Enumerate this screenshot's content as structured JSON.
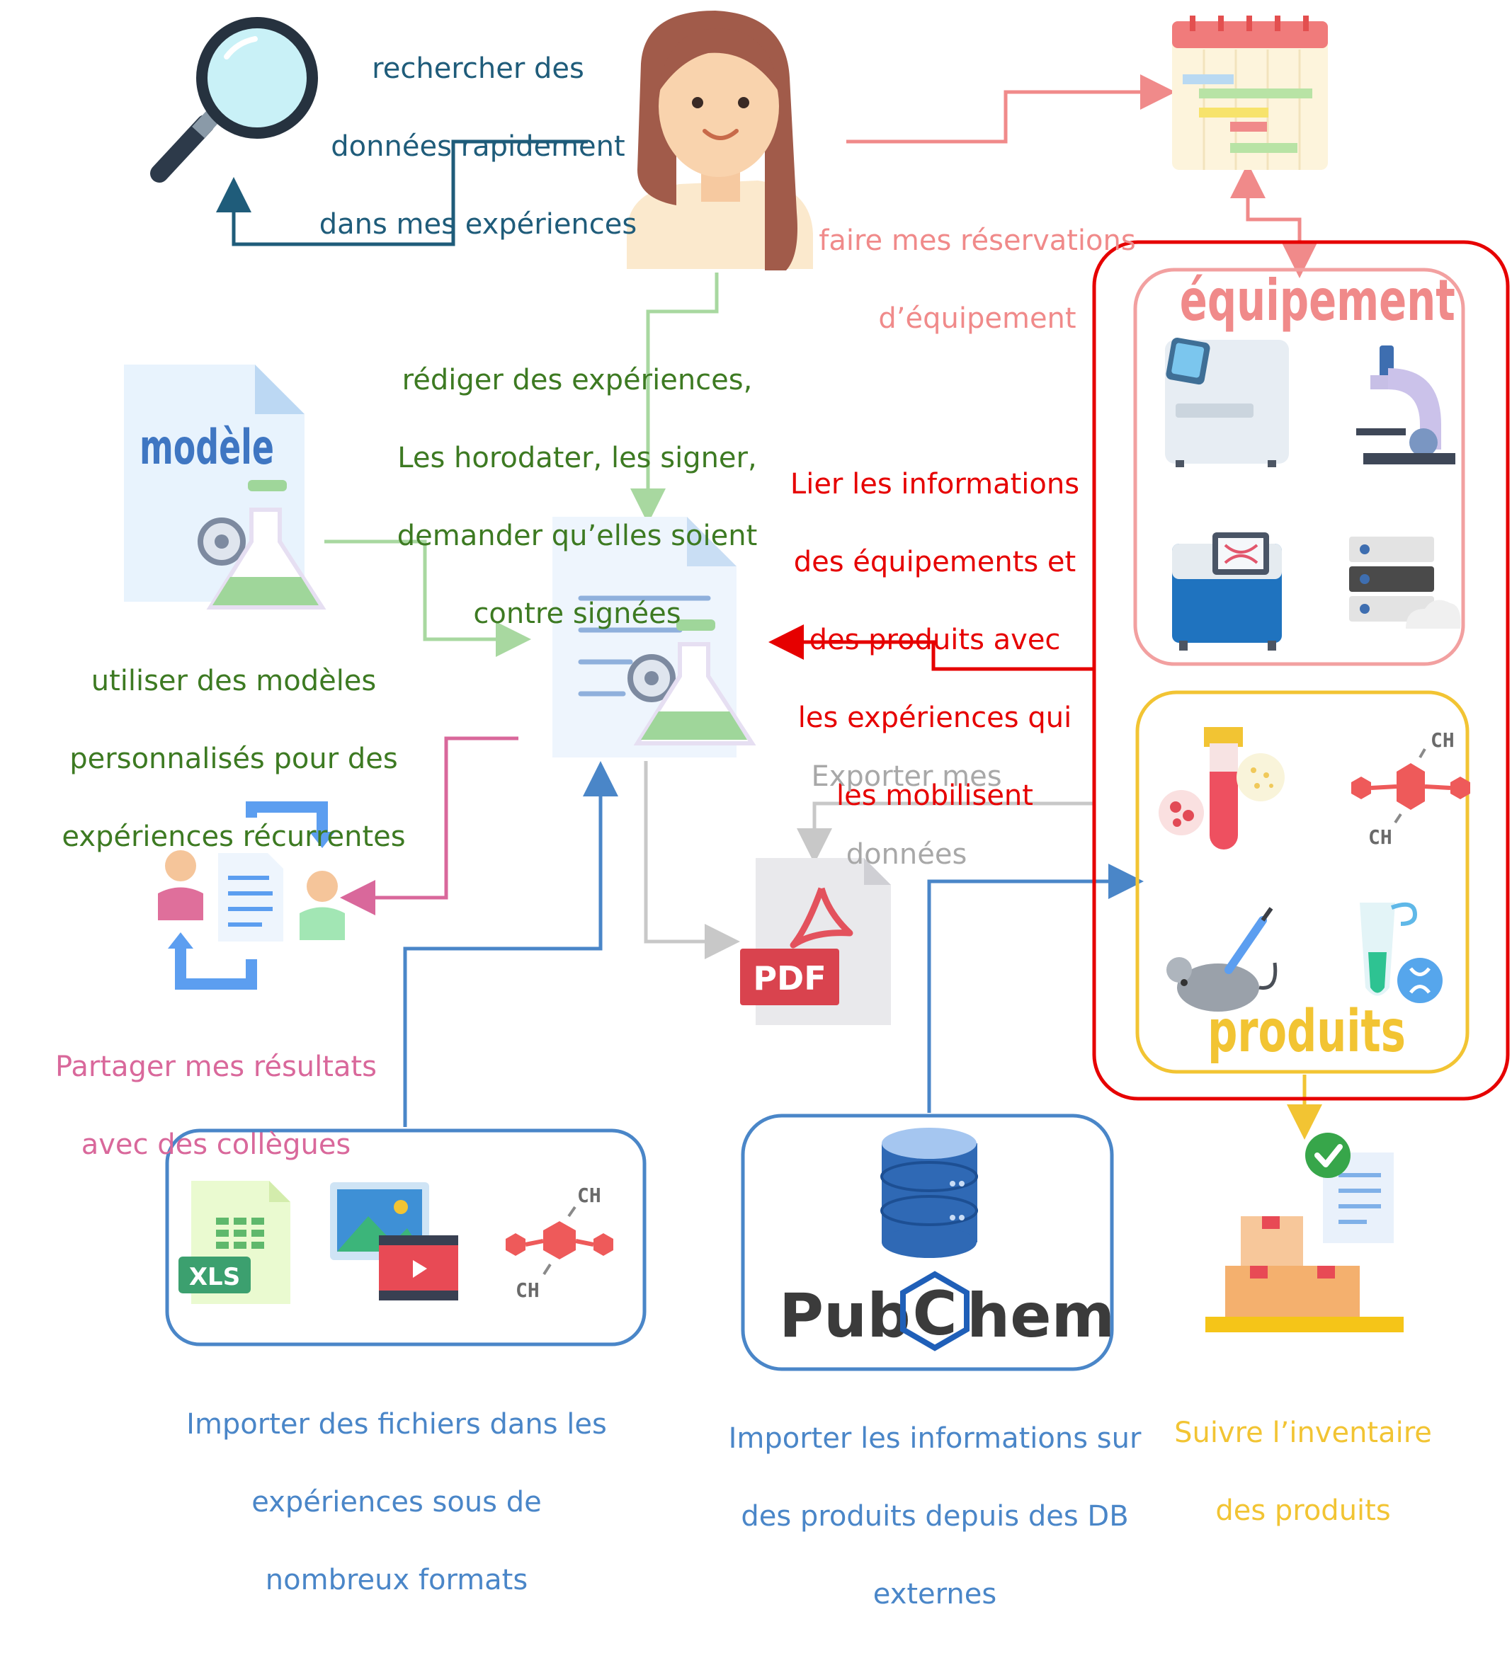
{
  "labels": {
    "search": [
      "rechercher des",
      "données rapidement",
      "dans mes expériences"
    ],
    "reservation": [
      "faire mes réservations",
      "d’équipement"
    ],
    "write": [
      "rédiger des expériences,",
      "Les horodater, les signer,",
      "demander qu’elles soient",
      "contre signées"
    ],
    "link": [
      "Lier les informations",
      "des équipements et",
      "des produits avec",
      "les expériences qui",
      "les mobilisent"
    ],
    "templates": [
      "utiliser des modèles",
      "personnalisés pour des",
      "expériences récurrentes"
    ],
    "export": [
      "Exporter mes",
      "données"
    ],
    "share": [
      "Partager mes résultats",
      "avec des collègues"
    ],
    "import_files": [
      "Importer des fichiers dans les",
      "expériences sous de",
      "nombreux formats"
    ],
    "import_db": [
      "Importer les informations sur",
      "des produits depuis des DB",
      "externes"
    ],
    "inventory": [
      "Suivre l’inventaire",
      "des produits"
    ]
  },
  "headings": {
    "equipment": "équipement",
    "products": "produits",
    "template_doc": "modèle"
  },
  "icon_text": {
    "xls": "XLS",
    "pdf": "PDF",
    "ch": "CH",
    "pubchem_left": "Pub",
    "pubchem_c": "C",
    "pubchem_right": "hem"
  },
  "colors": {
    "navy": "#1f5c7a",
    "green": "#3d7a22",
    "light_green": "#a8d8a0",
    "pink": "#f08a8a",
    "red": "#e60000",
    "grey": "#c8c8c8",
    "magenta": "#d9689b",
    "blue": "#4a86c8",
    "yellow": "#f2c433"
  },
  "icons": [
    "magnifier-icon",
    "scientist-avatar",
    "calendar-gantt-icon",
    "experiment-doc-icon",
    "template-doc-icon",
    "share-icon",
    "pdf-icon",
    "pcr-machine-icon",
    "microscope-icon",
    "sequencer-icon",
    "server-icon",
    "blood-tube-icon",
    "molecule-icon",
    "lab-mouse-icon",
    "dna-tube-icon",
    "xls-icon",
    "image-video-icon",
    "database-icon",
    "inventory-boxes-icon"
  ]
}
